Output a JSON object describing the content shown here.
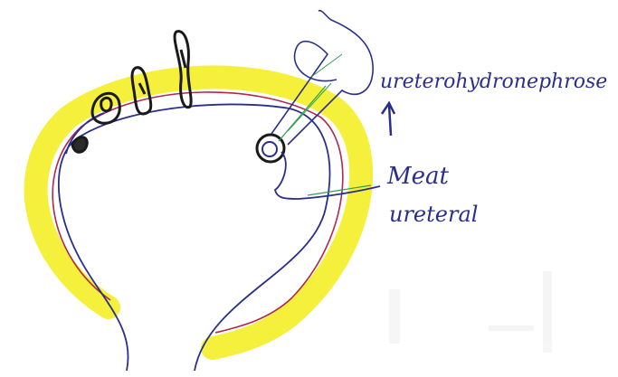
{
  "labels": {
    "hydronephrosis": "ureterohydronephrose",
    "meatus_line1": "Meat",
    "meatus_line2": "ureteral"
  },
  "colors": {
    "paper": "#ffffff",
    "ink_blue": "#2a2f8c",
    "ink_black": "#1a1a1a",
    "highlighter_yellow": "#f3ef2a",
    "mucosa_red": "#b0284d",
    "green_line": "#2e9f4e"
  },
  "figure": {
    "subject": "bladder (vezica urinara) with stones and ureteral meatus",
    "stone_count": 5
  }
}
